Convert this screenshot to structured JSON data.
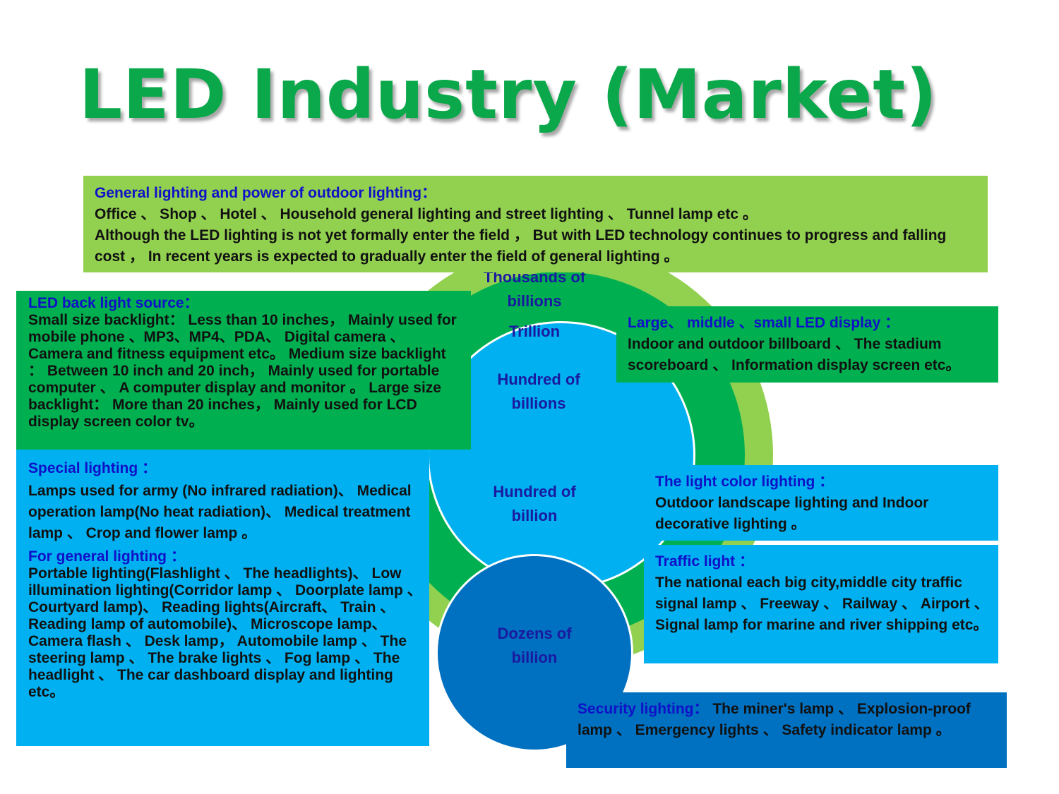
{
  "title": "LED Industry (Market)",
  "colors": {
    "title_green": "#0aa84a",
    "light_green": "#92d050",
    "green": "#00b050",
    "sky_blue": "#00b0f0",
    "blue": "#0070c0",
    "heading_blue": "#1010c8"
  },
  "levels": {
    "thousands": "Thousands of billions",
    "trillion": "Trillion",
    "hundred_billions": "Hundred of billions",
    "hundred_billion": "Hundred of billion",
    "dozens": "Dozens of billion"
  },
  "general_outdoor": {
    "heading": "General lighting and power of outdoor lighting：",
    "line1": "Office 、 Shop 、 Hotel 、 Household general lighting and street lighting 、 Tunnel lamp etc 。",
    "line2": "Although the LED lighting is not yet formally enter the field ， But with LED technology continues to progress and falling cost ， In recent years is expected to gradually enter the field of general lighting 。"
  },
  "backlight": {
    "heading": "LED back light source：",
    "body": "Small size backlight： Less than 10 inches， Mainly used for mobile phone 、MP3、MP4、PDA、 Digital camera 、 Camera and fitness equipment etc。 Medium size backlight ： Between 10 inch and 20 inch， Mainly used for portable computer 、 A computer display and monitor 。 Large size backlight： More than 20 inches， Mainly used for LCD display screen color tv。"
  },
  "display": {
    "heading": "Large、 middle 、small LED display ：",
    "body": "Indoor and outdoor billboard 、 The stadium scoreboard 、 Information display screen etc。"
  },
  "special": {
    "heading": "Special lighting ：",
    "body": "Lamps used for army (No infrared radiation)、 Medical operation lamp(No heat radiation)、 Medical treatment lamp 、 Crop and flower lamp 。"
  },
  "general": {
    "heading": "For general lighting ：",
    "body": "Portable lighting(Flashlight 、 The headlights)、 Low illumination lighting(Corridor lamp 、 Doorplate lamp 、 Courtyard lamp)、 Reading lights(Aircraft、 Train 、 Reading lamp of automobile)、 Microscope lamp、 Camera flash 、 Desk lamp， Automobile lamp 、 The steering lamp 、 The brake lights 、 Fog lamp 、 The headlight 、 The car dashboard display and lighting etc。"
  },
  "color_light": {
    "heading": "The light color lighting ：",
    "body": "Outdoor landscape lighting and Indoor decorative lighting 。"
  },
  "traffic": {
    "heading": "Traffic light ：",
    "body": "The national each big city,middle city traffic signal lamp 、 Freeway 、 Railway 、 Airport 、 Signal lamp for marine and river shipping etc。"
  },
  "security": {
    "heading": "Security lighting：",
    "body": "The miner's lamp 、 Explosion-proof lamp 、 Emergency lights 、 Safety indicator lamp 。"
  }
}
